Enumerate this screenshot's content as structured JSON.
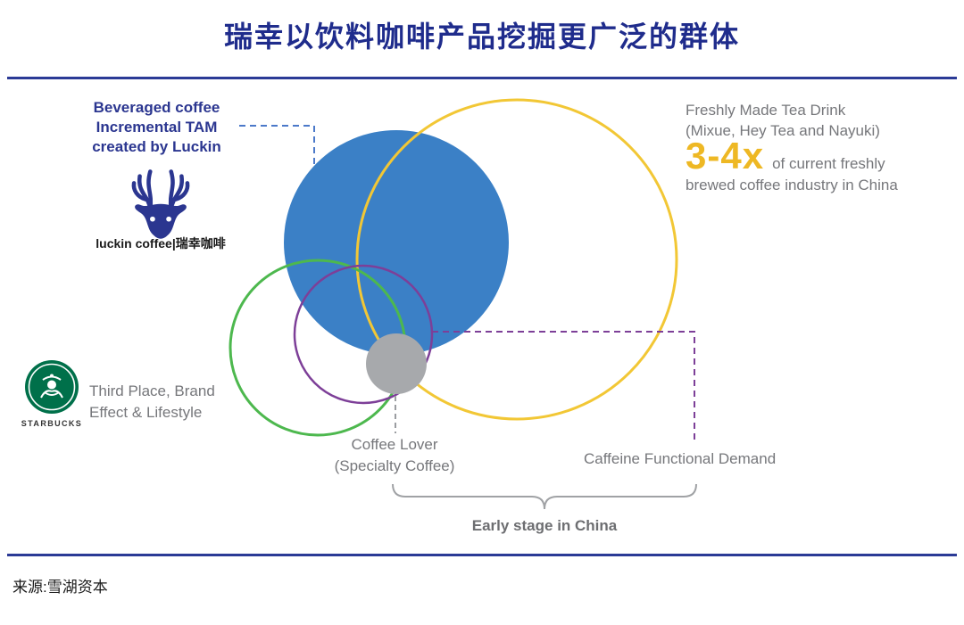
{
  "page": {
    "title": "瑞幸以饮料咖啡产品挖掘更广泛的群体",
    "source": "来源:雪湖资本"
  },
  "colors": {
    "title_navy": "#1f2c8c",
    "blue_circle": "#3b80c6",
    "yellow_circle": "#f2c735",
    "green_circle": "#4db84e",
    "purple_circle": "#7d3f98",
    "gray_circle": "#a7a9ac",
    "gray_text": "#76777b",
    "multiplier_gold": "#eeb824",
    "luckin_navy": "#2b3690",
    "starbucks_green": "#00704a"
  },
  "labels": {
    "beveraged": {
      "line1": "Beveraged coffee",
      "line2": "Incremental TAM",
      "line3": "created by Luckin"
    },
    "luckin_logo_text": "luckin coffee|瑞幸咖啡",
    "tea": {
      "line1": "Freshly Made Tea Drink",
      "line2": "(Mixue, Hey Tea and Nayuki)"
    },
    "multiplier": {
      "value": "3-4x",
      "suffix": "of current freshly",
      "line2": "brewed coffee industry in China"
    },
    "starbucks": {
      "logo_text": "STARBUCKS",
      "line1": "Third Place, Brand",
      "line2": "Effect & Lifestyle"
    },
    "coffee_lover": {
      "line1": "Coffee Lover",
      "line2": "(Specialty Coffee)"
    },
    "caffeine": "Caffeine Functional Demand",
    "early_stage": "Early stage in China"
  }
}
